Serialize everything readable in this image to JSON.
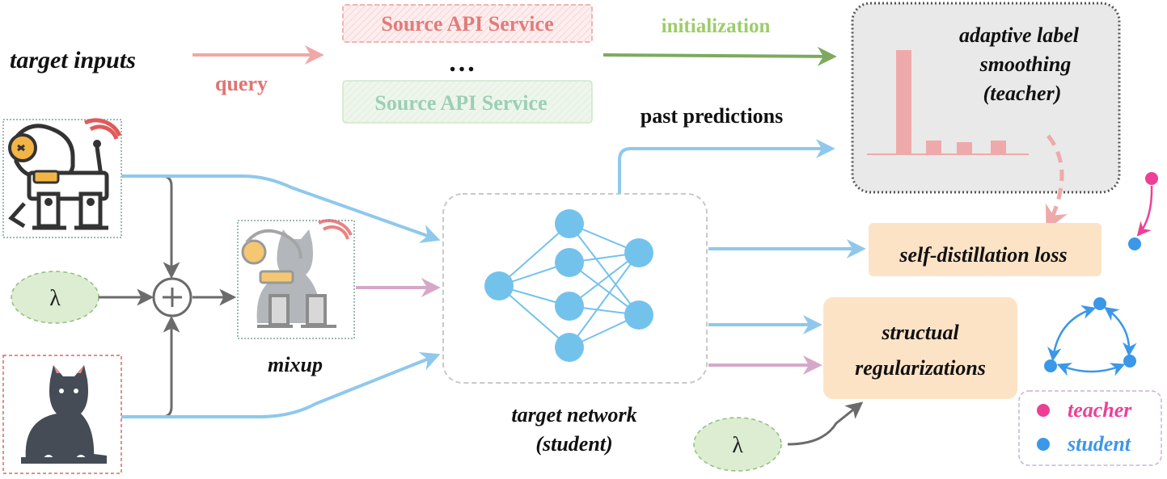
{
  "labels": {
    "target_inputs": "target inputs",
    "query": "query",
    "source_api_1": "Source API Service",
    "ellipsis": "…",
    "source_api_2": "Source API Service",
    "initialization": "initialization",
    "adaptive_line1": "adaptive label",
    "adaptive_line2": "smoothing",
    "adaptive_line3": "(teacher)",
    "past_predictions": "past predictions",
    "self_distillation": "self-distillation loss",
    "structural_line1": "structual",
    "structural_line2": "regularizations",
    "mixup": "mixup",
    "target_network_line1": "target network",
    "target_network_line2": "(student)",
    "lambda_1": "λ",
    "lambda_2": "λ",
    "legend_teacher": "teacher",
    "legend_student": "student"
  },
  "colors": {
    "query_arrow": "#f2a7a7",
    "query_text": "#e07474",
    "init_arrow": "#7daa5f",
    "init_text": "#9dcc6a",
    "blue_arrow": "#8fc8ec",
    "purple_arrow": "#d6a8c8",
    "gray_arrow": "#6b6b6b",
    "teacher": "#ee3f96",
    "student": "#3b97e8",
    "node_blue": "#73c2ec",
    "orange_box": "#fde3c6",
    "green_ellipse": "#dcedd2",
    "bar": "#eeaaaa"
  },
  "icons": {
    "robot_dog": "robot-dog-icon",
    "cat": "cat-icon",
    "mixed": "mixup-image-icon",
    "plus": "plus-circle-icon",
    "network": "neural-network-icon",
    "bar_chart": "label-distribution-bar-icon",
    "self_distill_graph": "teacher-student-edge-icon",
    "triangle_graph": "triangle-graph-icon"
  }
}
